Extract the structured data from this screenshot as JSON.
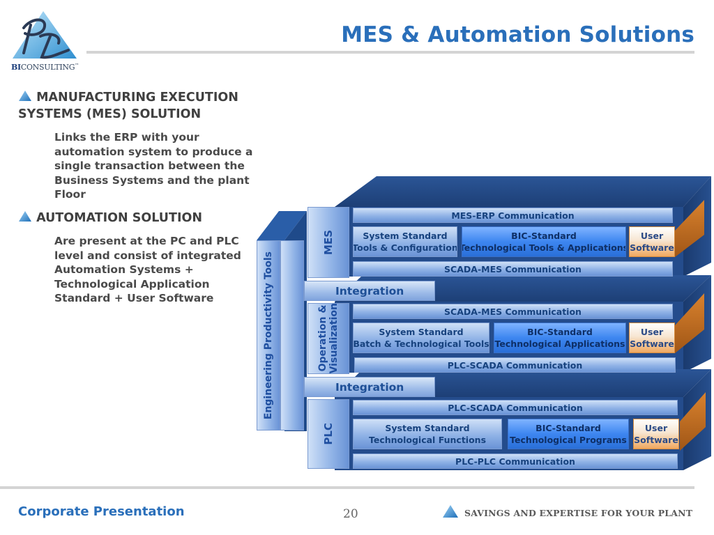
{
  "logo": {
    "brand_bold": "BI",
    "brand_rest": "CONSULTING",
    "trademark": "™"
  },
  "title": "MES & Automation Solutions",
  "left": {
    "mes_heading_line1": "MANUFACTURING EXECUTION",
    "mes_heading_line2": "SYSTEMS (MES) SOLUTION",
    "mes_text": [
      "Links the ERP with your",
      "automation system to produce a",
      "single transaction between the",
      "Business Systems and the plant",
      "Floor"
    ],
    "auto_heading": "AUTOMATION SOLUTION",
    "auto_text": [
      "Are present at the PC and PLC",
      "level and consist of integrated",
      "Automation Systems +",
      "Technological Application",
      "Standard + User Software"
    ]
  },
  "diagram": {
    "eng_tools": "Engineering Productivity Tools",
    "mes_label": "MES",
    "opvis_line1": "Operation &",
    "opvis_line2": "Visualization",
    "plc_label": "PLC",
    "integration_1": "Integration",
    "integration_2": "Integration",
    "mes_layer": {
      "top": "MES-ERP Communication",
      "std_line1": "System Standard",
      "std_line2": "Tools & Configuration",
      "bic_line1": "BIC-Standard",
      "bic_line2": "Technological Tools & Applications",
      "user_line1": "User",
      "user_line2": "Software",
      "bottom": "SCADA-MES Communication"
    },
    "scada_layer": {
      "top": "SCADA-MES Communication",
      "std_line1": "System Standard",
      "std_line2": "Batch & Technological Tools",
      "bic_line1": "BIC-Standard",
      "bic_line2": "Technological Applications",
      "user_line1": "User",
      "user_line2": "Software",
      "bottom": "PLC-SCADA Communication"
    },
    "plc_layer": {
      "top": "PLC-SCADA Communication",
      "std_line1": "System Standard",
      "std_line2": "Technological Functions",
      "bic_line1": "BIC-Standard",
      "bic_line2": "Technological Programs",
      "user_line1": "User",
      "user_line2": "Software",
      "bottom": "PLC-PLC Communication"
    }
  },
  "footer": {
    "left": "Corporate Presentation",
    "page": "20",
    "right": "SAVINGS AND EXPERTISE FOR YOUR PLANT"
  }
}
